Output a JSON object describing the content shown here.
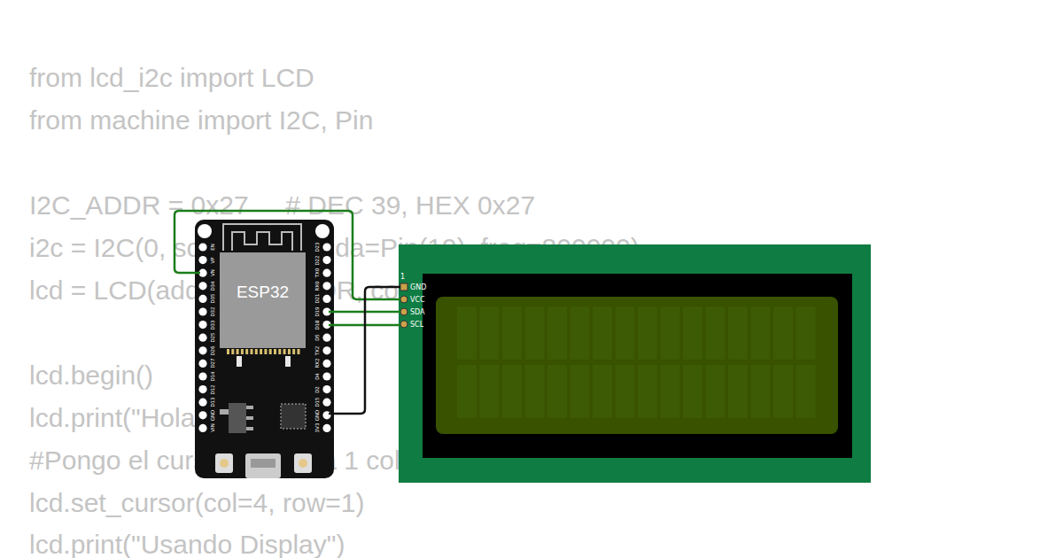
{
  "diagram": {
    "nodes": [
      {
        "text": [
          "ESP32"
        ]
      }
    ],
    "labels": [
      "from lcd_i2c import LCD",
      "from machine import I2C, Pin",
      "I2C_ADDR = 0x27     # DEC 39, HEX 0x27",
      "i2c = I2C(0, scl=Pin(18), sda=Pin(19), freq=800000)",
      "lcd = LCD(addr=I2C_ADDR, cols=16, rows=2, i2c=i2c)",
      "lcd.begin()",
      "lcd.print(\"Hola Mundo\")",
      "#Pongo el cursor en la fila 1 columna 4",
      "lcd.set_cursor(col=4, row=1)",
      "lcd.print(\"Usando Display\")",
      "EN",
      "VP",
      "VN",
      "D34",
      "D35",
      "D32",
      "D33",
      "D25",
      "D26",
      "D27",
      "D14",
      "D12",
      "D13",
      "GND",
      "VIN",
      "D23",
      "D22",
      "TX0",
      "RX0",
      "D21",
      "D19",
      "D18",
      "D5",
      "TX2",
      "RX2",
      "D4",
      "D2",
      "D15",
      "GND",
      "3V3",
      "1",
      "GND",
      "VCC",
      "SDA",
      "SCL"
    ]
  }
}
